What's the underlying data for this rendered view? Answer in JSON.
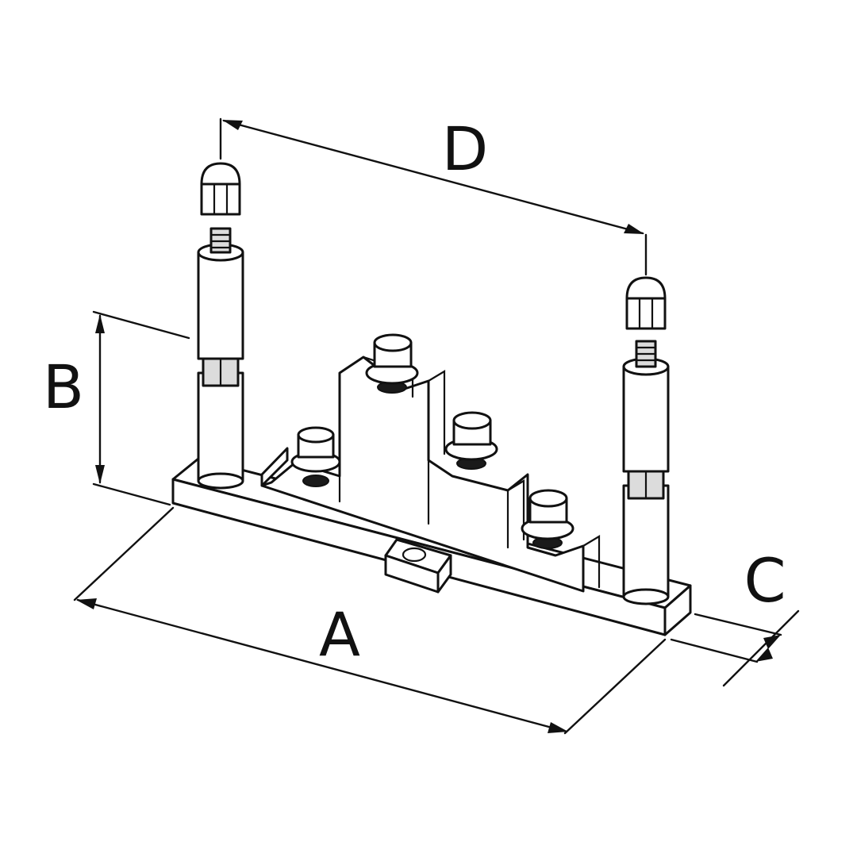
{
  "diagram": {
    "dimension_labels": {
      "a": "A",
      "b": "B",
      "c": "C",
      "d": "D"
    }
  }
}
